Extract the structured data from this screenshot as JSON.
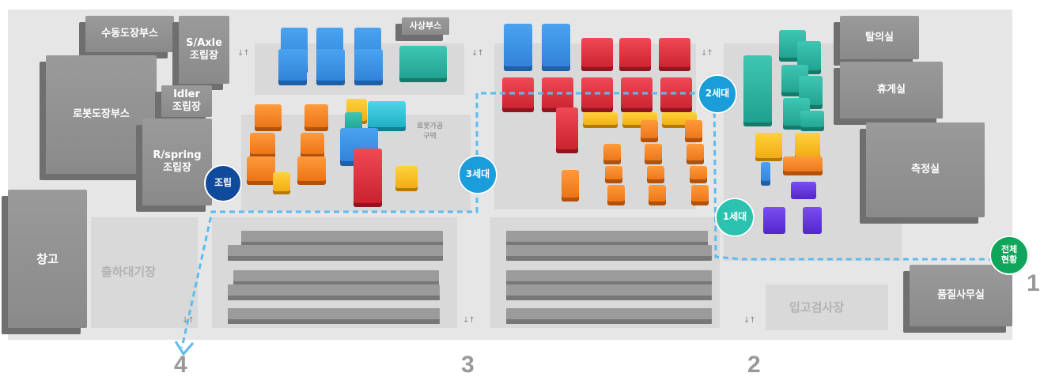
{
  "buildings": {
    "manual_paint": "수동도장부스",
    "saxle": "S/Axle\n조립장",
    "robot_paint": "로봇도장부스",
    "idler": "Idler\n조립장",
    "rspring": "R/spring\n조립장",
    "warehouse": "창고",
    "shot": "사상부스",
    "dehumid": "탈의실",
    "lounge": "휴게실",
    "measure": "측정실",
    "quality": "품질사무실"
  },
  "zones": {
    "shipping": "출하대기장",
    "receiving": "입고검사장",
    "robot_area": "로봇가공\n구역"
  },
  "badges": {
    "assembly": "조립",
    "gen3": "3세대",
    "gen2": "2세대",
    "gen1": "1세대",
    "overall": "전체\n현황"
  },
  "markers": {
    "n4": "4",
    "n3": "3",
    "n2": "2",
    "n1": "1",
    "traffic": "↓↑"
  },
  "colors": {
    "path": "#5bbcf0",
    "assembly_badge": "#0f4a9c",
    "gen_badge_blue": "#1a9dd9",
    "gen_badge_teal": "#2bc3b0",
    "overall_badge": "#0fa55a"
  }
}
